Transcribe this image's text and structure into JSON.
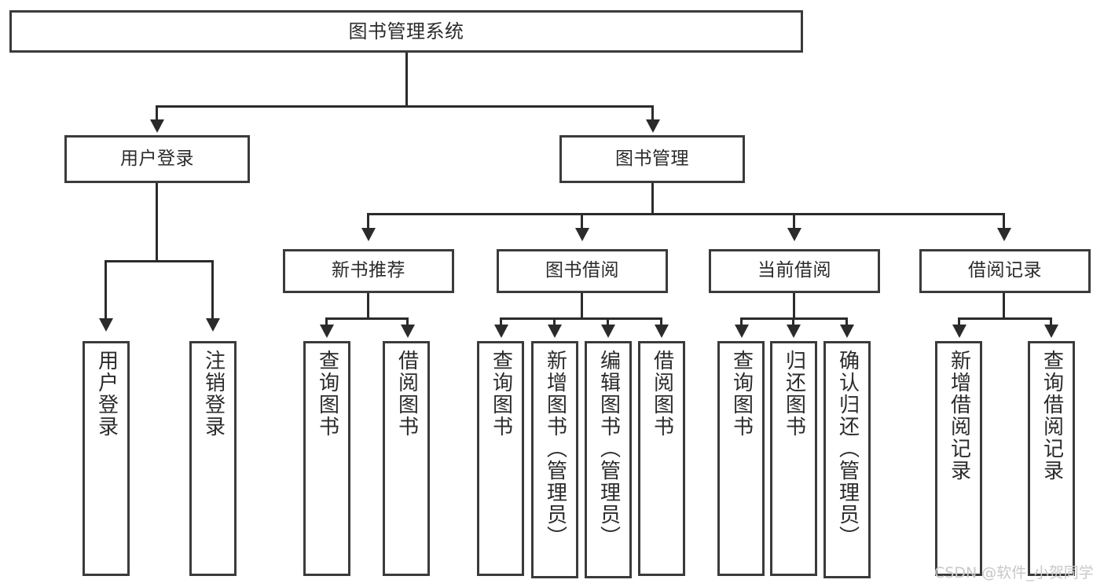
{
  "diagram": {
    "title": "图书管理系统",
    "type": "tree-hierarchy-diagram",
    "root": {
      "label": "图书管理系统"
    },
    "level1": [
      {
        "label": "用户登录"
      },
      {
        "label": "图书管理"
      }
    ],
    "level2": [
      {
        "label": "新书推荐"
      },
      {
        "label": "图书借阅"
      },
      {
        "label": "当前借阅"
      },
      {
        "label": "借阅记录"
      }
    ],
    "leaves": {
      "user_login": [
        {
          "label": "用户登录"
        },
        {
          "label": "注销登录"
        }
      ],
      "new_book_recommend": [
        {
          "label": "查询图书"
        },
        {
          "label": "借阅图书"
        }
      ],
      "book_borrow": [
        {
          "label": "查询图书"
        },
        {
          "label": "新增图书（管理员）"
        },
        {
          "label": "编辑图书（管理员）"
        },
        {
          "label": "借阅图书"
        }
      ],
      "current_borrow": [
        {
          "label": "查询图书"
        },
        {
          "label": "归还图书"
        },
        {
          "label": "确认归还（管理员）"
        }
      ],
      "borrow_records": [
        {
          "label": "新增借阅记录"
        },
        {
          "label": "查询借阅记录"
        }
      ]
    }
  },
  "watermark": {
    "text": "CSDN @软件_小贺同学"
  },
  "colors": {
    "stroke": "#3b3b3b",
    "line": "#2b2b2b",
    "text": "#2b2b2b",
    "background": "#ffffff",
    "watermark": "#c8c8c8"
  }
}
